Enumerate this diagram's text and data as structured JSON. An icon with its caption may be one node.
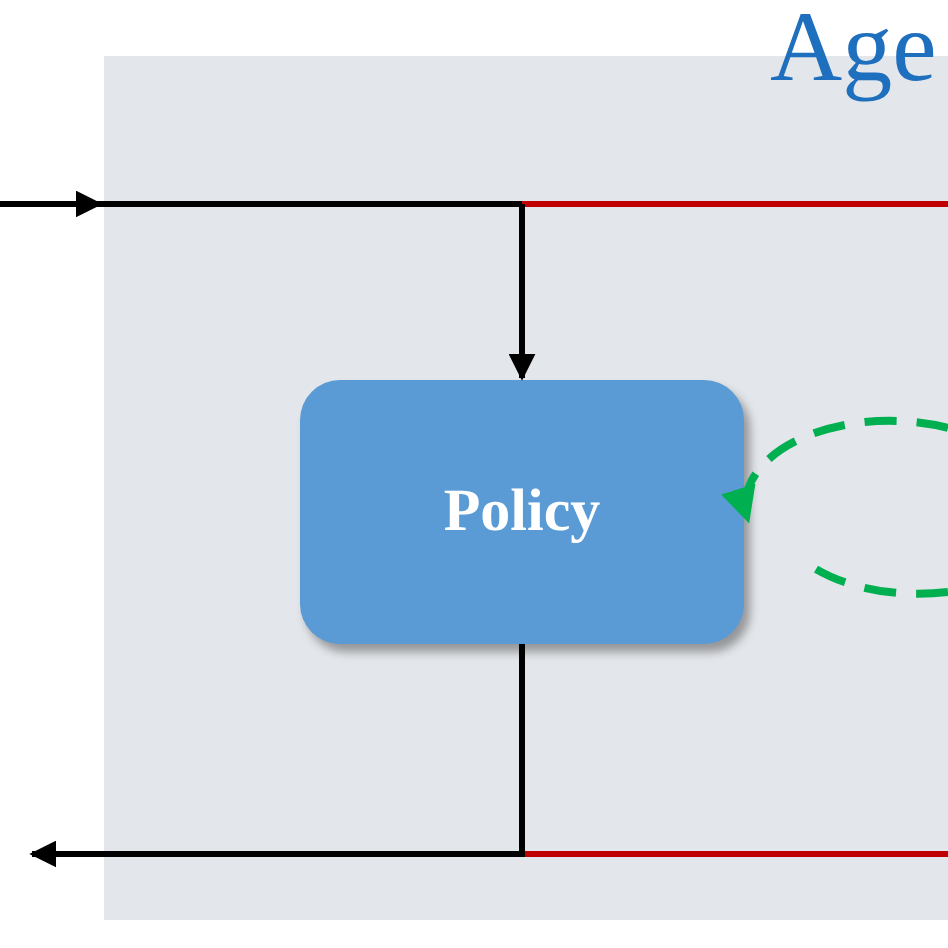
{
  "diagram": {
    "nodes": [
      {
        "text": [
          "Age"
        ]
      },
      {
        "text": [
          "Policy"
        ],
        "in": 0
      }
    ],
    "edges": [
      {
        "from": null,
        "to": 1,
        "arrow": "to"
      },
      {
        "from": 1,
        "to": null,
        "arrow": "to"
      },
      {
        "from": null,
        "to": 1,
        "arrow": "to",
        "color": "#c00000"
      },
      {
        "from": 1,
        "to": null,
        "arrow": "none",
        "color": "#c00000"
      },
      {
        "from": null,
        "to": 1,
        "arrow": "to",
        "style": "dashed",
        "color": "#00b050"
      }
    ]
  }
}
